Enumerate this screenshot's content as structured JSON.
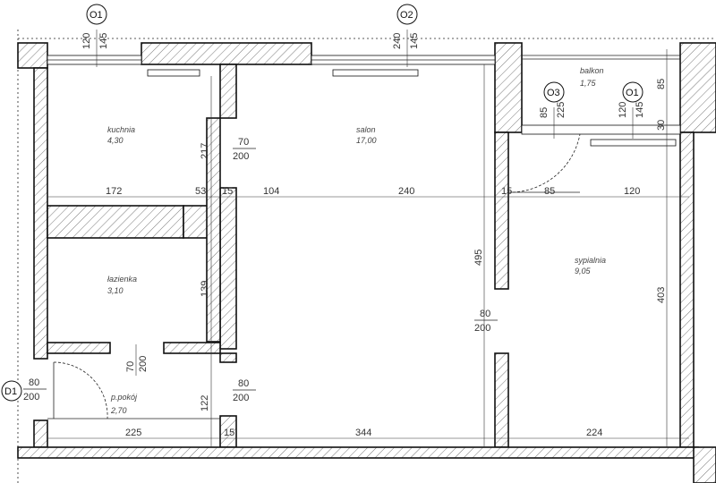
{
  "rooms": {
    "kuchnia": {
      "name": "kuchnia",
      "area": "4,30"
    },
    "salon": {
      "name": "salon",
      "area": "17,00"
    },
    "balkon": {
      "name": "balkon",
      "area": "1,75"
    },
    "sypialnia": {
      "name": "sypialnia",
      "area": "9,05"
    },
    "lazienka": {
      "name": "łazienka",
      "area": "3,10"
    },
    "ppokoj": {
      "name": "p.pokój",
      "area": "2,70"
    }
  },
  "tags": {
    "o1_top": "O1",
    "o2_top": "O2",
    "o3": "O3",
    "o1_right": "O1",
    "d1": "D1"
  },
  "openings": {
    "o1_top": {
      "w": "120",
      "h": "145"
    },
    "o2_top": {
      "w": "240",
      "h": "145"
    },
    "o3": {
      "w": "85",
      "h": "225"
    },
    "o1_right": {
      "w": "120",
      "h": "145"
    },
    "d_kitchen": {
      "w": "70",
      "h": "200"
    },
    "d_salon_right": {
      "w": "80",
      "h": "200"
    },
    "d_bath": {
      "w": "70",
      "h": "200"
    },
    "d_hall": {
      "w": "80",
      "h": "200"
    },
    "d1": {
      "w": "80",
      "h": "200"
    }
  },
  "dims": {
    "d172": "172",
    "d53": "53",
    "d104": "104",
    "d240": "240",
    "d85": "85",
    "d120": "120",
    "d217": "217",
    "d139": "139",
    "d122": "122",
    "d495": "495",
    "d403": "403",
    "d85r": "85",
    "d30": "30",
    "d225": "225",
    "d344": "344",
    "d224": "224",
    "d15a": "15",
    "d15b": "15",
    "d15c": "15"
  }
}
